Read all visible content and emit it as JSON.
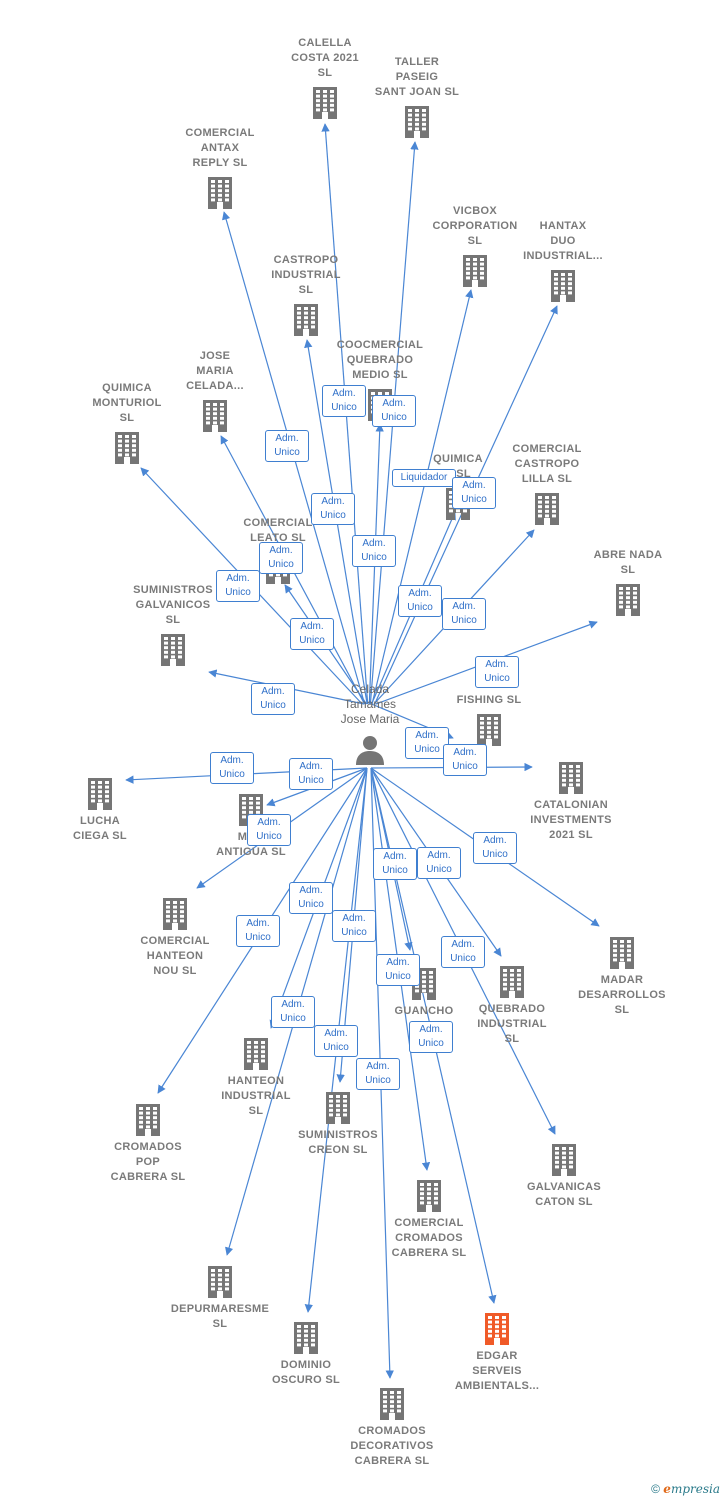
{
  "center": {
    "label_lines": [
      "Celada",
      "Tamames",
      "Jose Maria"
    ],
    "icon": "person-icon"
  },
  "colors": {
    "edge": "#4a86d4",
    "building": "#757575",
    "building_highlight": "#f05a28",
    "label": "#7a7a7a"
  },
  "nodes": [
    {
      "id": "calella",
      "lines": [
        "CALELLA",
        "COSTA 2021",
        "SL"
      ],
      "highlight": false
    },
    {
      "id": "taller",
      "lines": [
        "TALLER",
        "PASEIG",
        "SANT JOAN SL"
      ],
      "highlight": false
    },
    {
      "id": "antax",
      "lines": [
        "COMERCIAL",
        "ANTAX",
        "REPLY SL"
      ],
      "highlight": false
    },
    {
      "id": "vicbox",
      "lines": [
        "VICBOX",
        "CORPORATION",
        "SL"
      ],
      "highlight": false
    },
    {
      "id": "hantax",
      "lines": [
        "HANTAX",
        "DUO",
        "INDUSTRIAL..."
      ],
      "highlight": false
    },
    {
      "id": "castropo_ind",
      "lines": [
        "CASTROPO",
        "INDUSTRIAL",
        "SL"
      ],
      "highlight": false
    },
    {
      "id": "quebrado_medio",
      "lines": [
        "COOCMERCIAL",
        "QUEBRADO",
        "MEDIO SL"
      ],
      "highlight": false
    },
    {
      "id": "jose_maria",
      "lines": [
        "JOSE",
        "MARIA",
        "CELADA..."
      ],
      "highlight": false
    },
    {
      "id": "monturiol",
      "lines": [
        "QUIMICA",
        "MONTURIOL",
        "SL"
      ],
      "highlight": false
    },
    {
      "id": "quimica",
      "lines": [
        "QUIMICA",
        "A SL"
      ],
      "highlight": false
    },
    {
      "id": "castropo_lilla",
      "lines": [
        "COMERCIAL",
        "CASTROPO",
        "LILLA SL"
      ],
      "highlight": false
    },
    {
      "id": "leato",
      "lines": [
        "COMERCIAL",
        "LEATO SL"
      ],
      "highlight": false
    },
    {
      "id": "abre_nada",
      "lines": [
        "ABRE NADA",
        "SL"
      ],
      "highlight": false
    },
    {
      "id": "galvanicos",
      "lines": [
        "SUMINISTROS",
        "GALVANICOS",
        "SL"
      ],
      "highlight": false
    },
    {
      "id": "fishing",
      "lines": [
        "C",
        "FISHING SL"
      ],
      "highlight": false
    },
    {
      "id": "lucha",
      "lines": [
        "LUCHA",
        "CIEGA SL"
      ],
      "highlight": false
    },
    {
      "id": "mor_antigua",
      "lines": [
        "MOR",
        "ANTIGUA SL"
      ],
      "highlight": false
    },
    {
      "id": "catalonian",
      "lines": [
        "CATALONIAN",
        "INVESTMENTS",
        "2021 SL"
      ],
      "highlight": false
    },
    {
      "id": "hanteon_nou",
      "lines": [
        "COMERCIAL",
        "HANTEON",
        "NOU SL"
      ],
      "highlight": false
    },
    {
      "id": "madar",
      "lines": [
        "MADAR",
        "DESARROLLOS",
        "SL"
      ],
      "highlight": false
    },
    {
      "id": "guancho",
      "lines": [
        "GUANCHO",
        "M"
      ],
      "highlight": false
    },
    {
      "id": "quebrado_ind",
      "lines": [
        "QUEBRADO",
        "INDUSTRIAL",
        "SL"
      ],
      "highlight": false
    },
    {
      "id": "hanteon_ind",
      "lines": [
        "HANTEON",
        "INDUSTRIAL",
        "SL"
      ],
      "highlight": false
    },
    {
      "id": "cromados_pop",
      "lines": [
        "CROMADOS",
        "POP",
        "CABRERA SL"
      ],
      "highlight": false
    },
    {
      "id": "creon",
      "lines": [
        "SUMINISTROS",
        "CREON SL"
      ],
      "highlight": false
    },
    {
      "id": "caton",
      "lines": [
        "GALVANICAS",
        "CATON SL"
      ],
      "highlight": false
    },
    {
      "id": "com_cromados",
      "lines": [
        "COMERCIAL",
        "CROMADOS",
        "CABRERA SL"
      ],
      "highlight": false
    },
    {
      "id": "depurmaresme",
      "lines": [
        "DEPURMARESME",
        "SL"
      ],
      "highlight": false
    },
    {
      "id": "dominio",
      "lines": [
        "DOMINIO",
        "OSCURO SL"
      ],
      "highlight": false
    },
    {
      "id": "edgar",
      "lines": [
        "EDGAR",
        "SERVEIS",
        "AMBIENTALS..."
      ],
      "highlight": true
    },
    {
      "id": "cromados_deco",
      "lines": [
        "CROMADOS",
        "DECORATIVOS",
        "CABRERA SL"
      ],
      "highlight": false
    }
  ],
  "badges": [
    {
      "lines": [
        "Adm.",
        "Unico"
      ]
    },
    {
      "lines": [
        "Adm.",
        "Unico"
      ]
    },
    {
      "lines": [
        "Adm.",
        "Unico"
      ]
    },
    {
      "lines": [
        "Adm.",
        "Unico"
      ]
    },
    {
      "lines": [
        "Liquidador"
      ]
    },
    {
      "lines": [
        "Adm.",
        "Unico"
      ]
    },
    {
      "lines": [
        "Adm.",
        "Unico"
      ]
    },
    {
      "lines": [
        "Adm.",
        "Unico"
      ]
    },
    {
      "lines": [
        "Adm.",
        "Unico"
      ]
    },
    {
      "lines": [
        "Adm.",
        "Unico"
      ]
    },
    {
      "lines": [
        "Adm.",
        "Unico"
      ]
    },
    {
      "lines": [
        "Adm.",
        "Unico"
      ]
    },
    {
      "lines": [
        "Adm.",
        "Unico"
      ]
    },
    {
      "lines": [
        "Adm.",
        "Unico"
      ]
    },
    {
      "lines": [
        "Adm.",
        "Unico"
      ]
    },
    {
      "lines": [
        "Adm.",
        "Unico"
      ]
    },
    {
      "lines": [
        "Adm.",
        "Unico"
      ]
    },
    {
      "lines": [
        "Adm.",
        "Unico"
      ]
    },
    {
      "lines": [
        "Adm.",
        "Unico"
      ]
    },
    {
      "lines": [
        "Adm.",
        "Unico"
      ]
    },
    {
      "lines": [
        "Adm.",
        "Unico"
      ]
    },
    {
      "lines": [
        "Adm.",
        "Unico"
      ]
    },
    {
      "lines": [
        "Adm.",
        "Unico"
      ]
    },
    {
      "lines": [
        "Adm.",
        "Unico"
      ]
    },
    {
      "lines": [
        "Adm.",
        "Unico"
      ]
    },
    {
      "lines": [
        "Adm.",
        "Unico"
      ]
    },
    {
      "lines": [
        "Adm.",
        "Unico"
      ]
    },
    {
      "lines": [
        "Adm.",
        "Unico"
      ]
    },
    {
      "lines": [
        "Adm.",
        "Unico"
      ]
    },
    {
      "lines": [
        "Adm.",
        "Unico"
      ]
    },
    {
      "lines": [
        "Adm.",
        "Unico"
      ]
    }
  ],
  "footer": {
    "copyright": "©",
    "brand_e": "e",
    "brand_rest": "mpresia"
  }
}
